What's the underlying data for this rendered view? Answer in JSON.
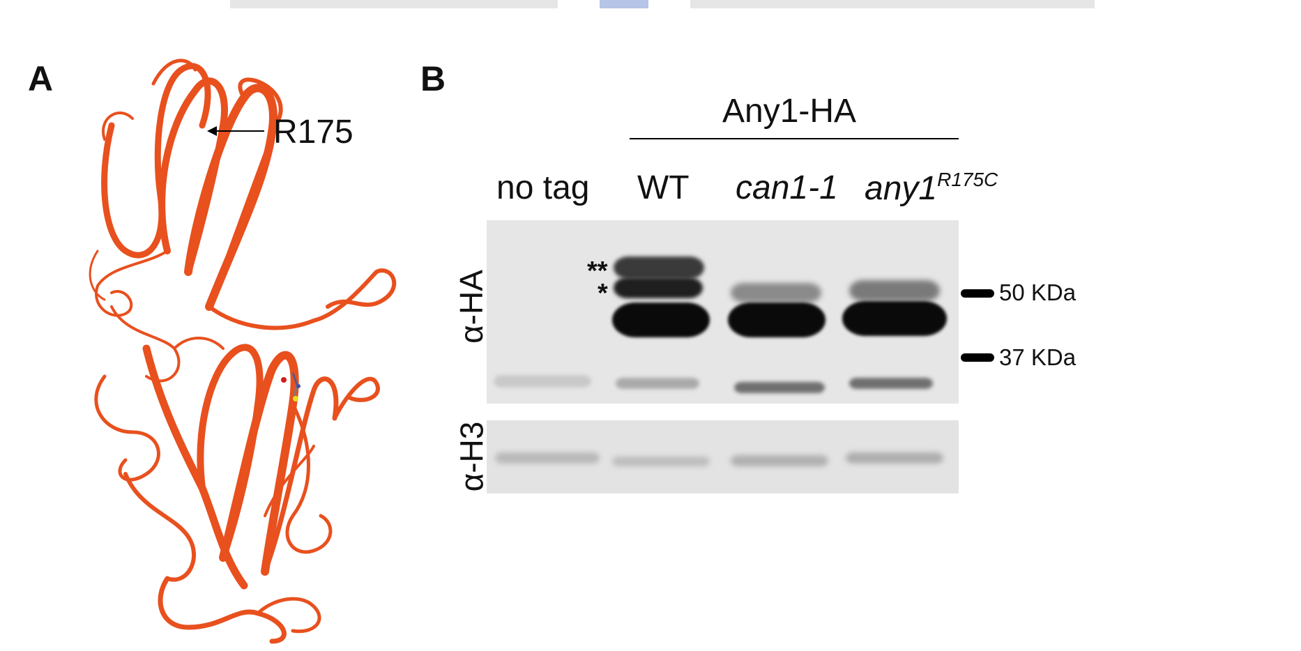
{
  "panel_a": {
    "letter": "A",
    "residue_label": "R175",
    "protein_color": "#e8501e"
  },
  "panel_b": {
    "letter": "B",
    "group_label": "Any1-HA",
    "lanes": [
      {
        "label": "no tag",
        "italic": false
      },
      {
        "label": "WT",
        "italic": false
      },
      {
        "label": "can1-1",
        "italic": true
      },
      {
        "label_base": "any1",
        "label_sup": "R175C",
        "italic": true
      }
    ],
    "blots": [
      {
        "antibody": "α-HA"
      },
      {
        "antibody": "α-H3"
      }
    ],
    "markers": [
      {
        "label": "50 KDa"
      },
      {
        "label": "37 KDa"
      }
    ],
    "band_annotations": {
      "double": "**",
      "single": "*"
    }
  }
}
